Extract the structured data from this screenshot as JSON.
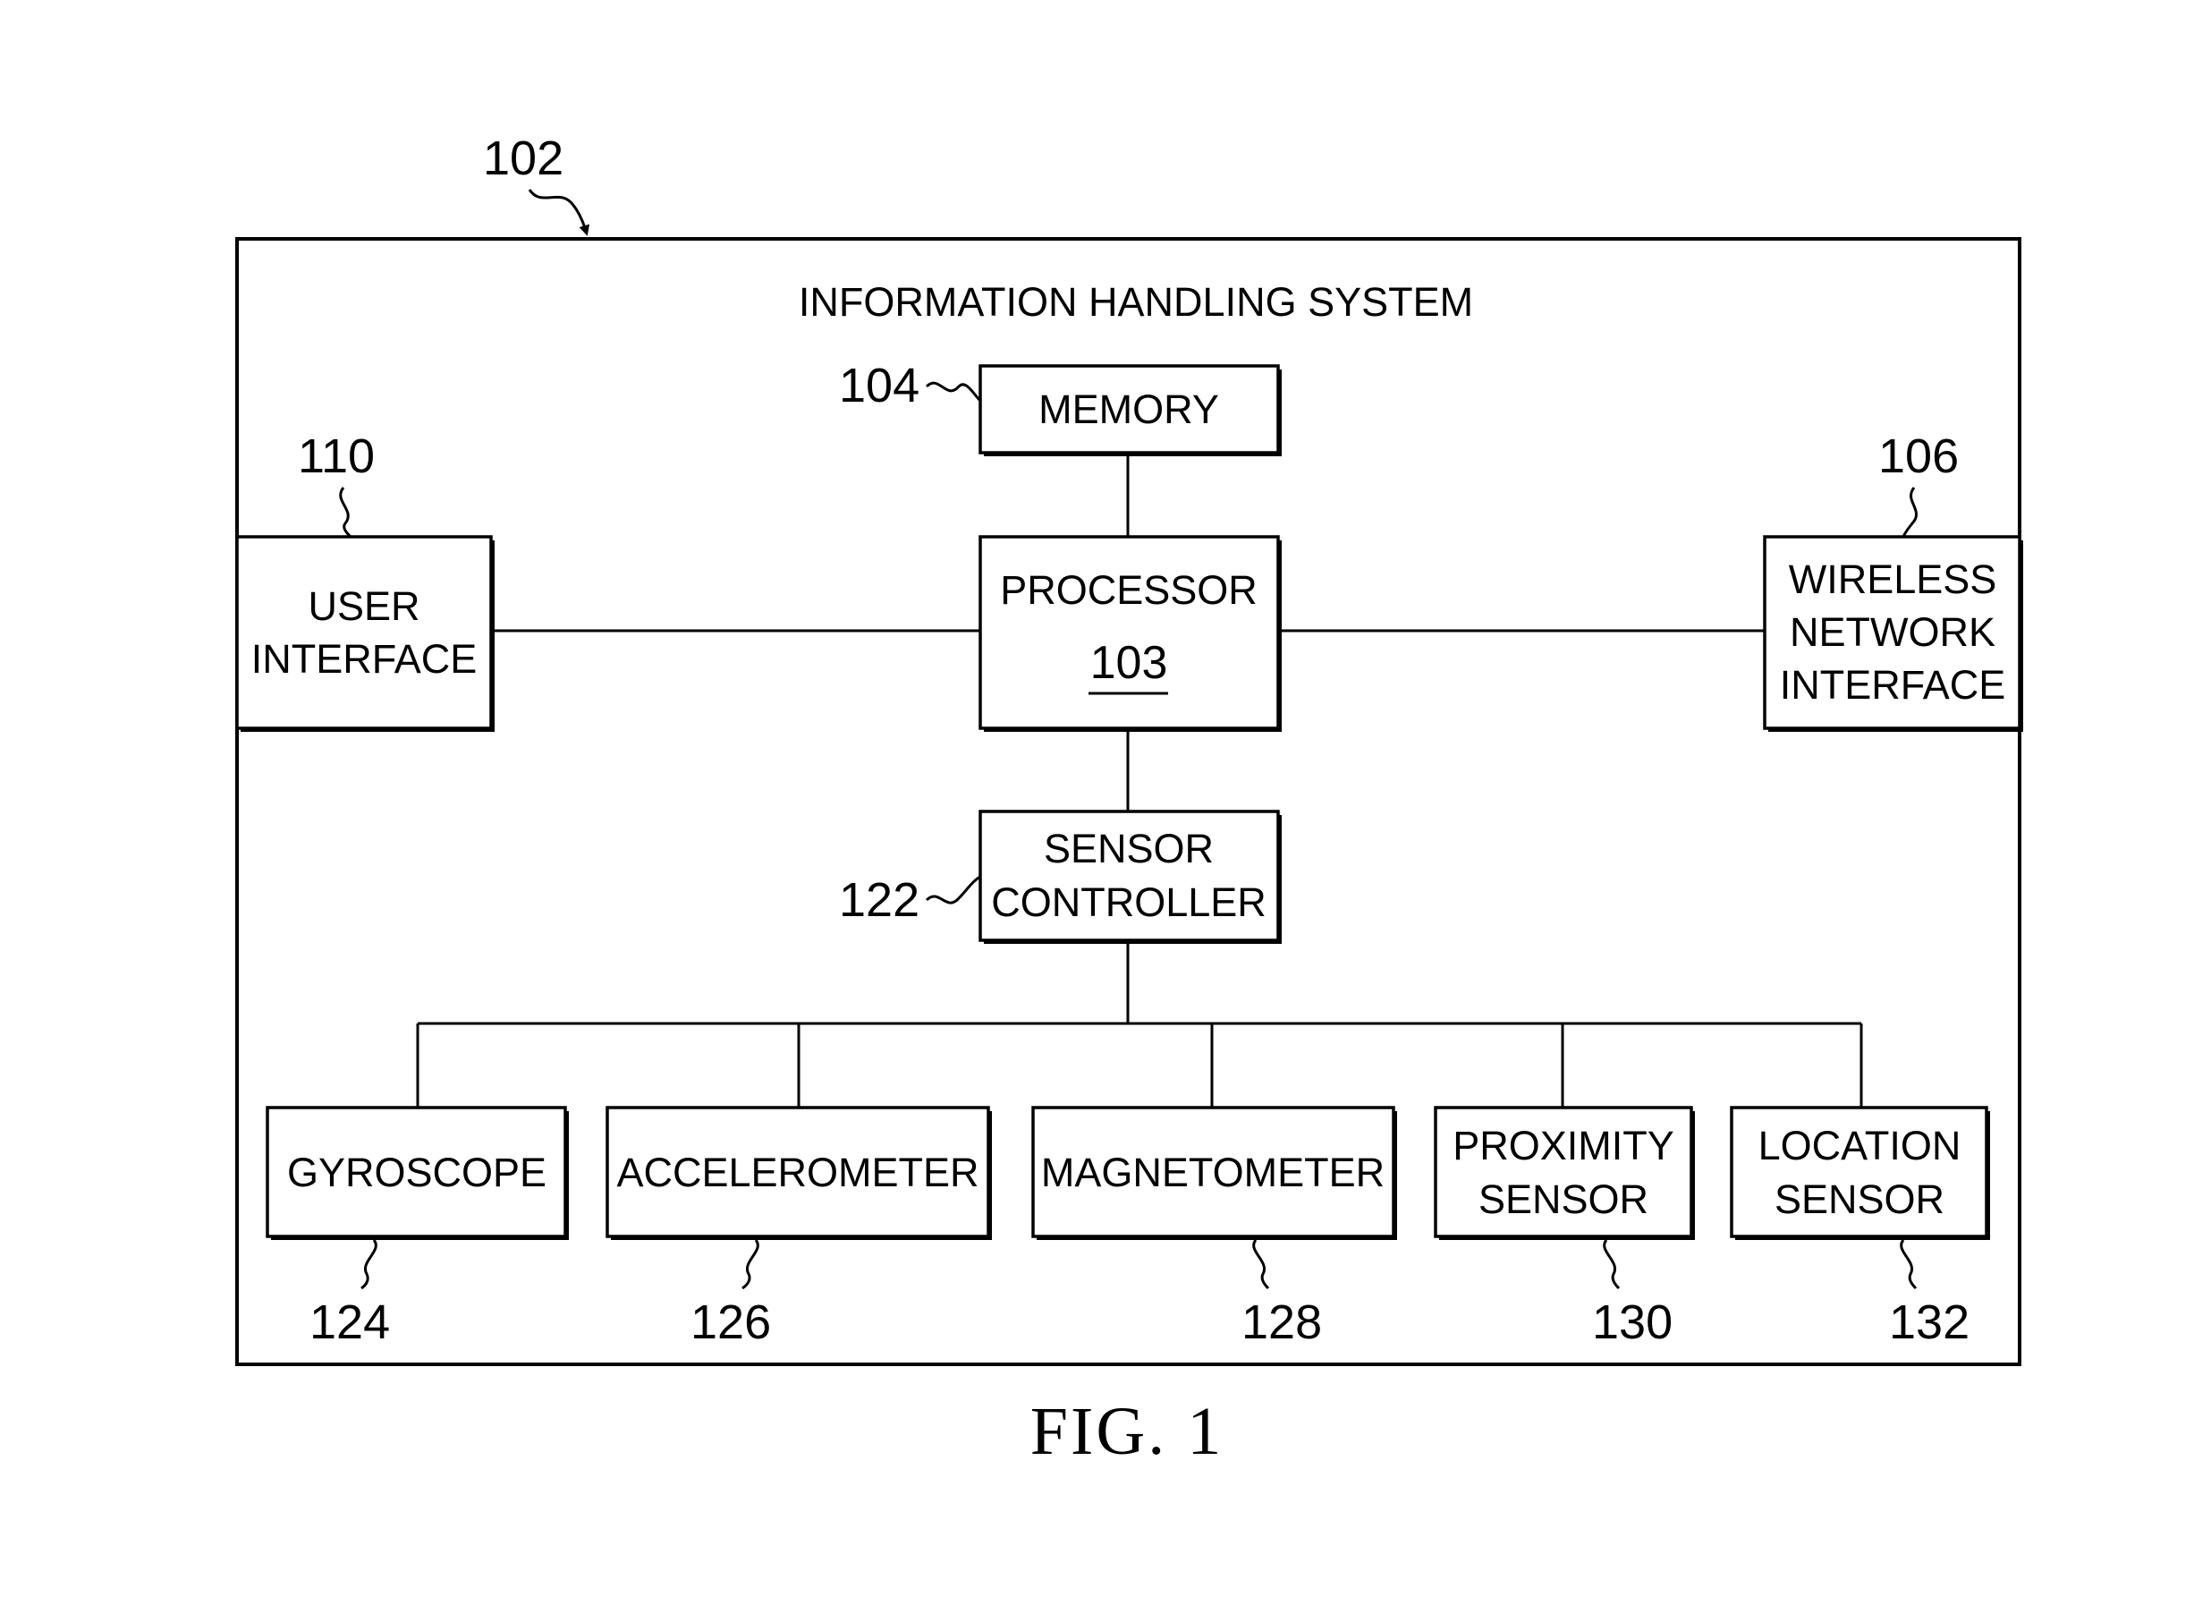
{
  "system": {
    "ref": "102",
    "title": "INFORMATION HANDLING SYSTEM"
  },
  "memory": {
    "ref": "104",
    "label": "MEMORY"
  },
  "processor": {
    "label": "PROCESSOR",
    "number": "103"
  },
  "user_interface": {
    "ref": "110",
    "line1": "USER",
    "line2": "INTERFACE"
  },
  "wireless": {
    "ref": "106",
    "line1": "WIRELESS",
    "line2": "NETWORK",
    "line3": "INTERFACE"
  },
  "sensor_controller": {
    "ref": "122",
    "line1": "SENSOR",
    "line2": "CONTROLLER"
  },
  "sensors": [
    {
      "ref": "124",
      "line1": "GYROSCOPE",
      "line2": ""
    },
    {
      "ref": "126",
      "line1": "ACCELEROMETER",
      "line2": ""
    },
    {
      "ref": "128",
      "line1": "MAGNETOMETER",
      "line2": ""
    },
    {
      "ref": "130",
      "line1": "PROXIMITY",
      "line2": "SENSOR"
    },
    {
      "ref": "132",
      "line1": "LOCATION",
      "line2": "SENSOR"
    }
  ],
  "figure_label": "FIG. 1"
}
